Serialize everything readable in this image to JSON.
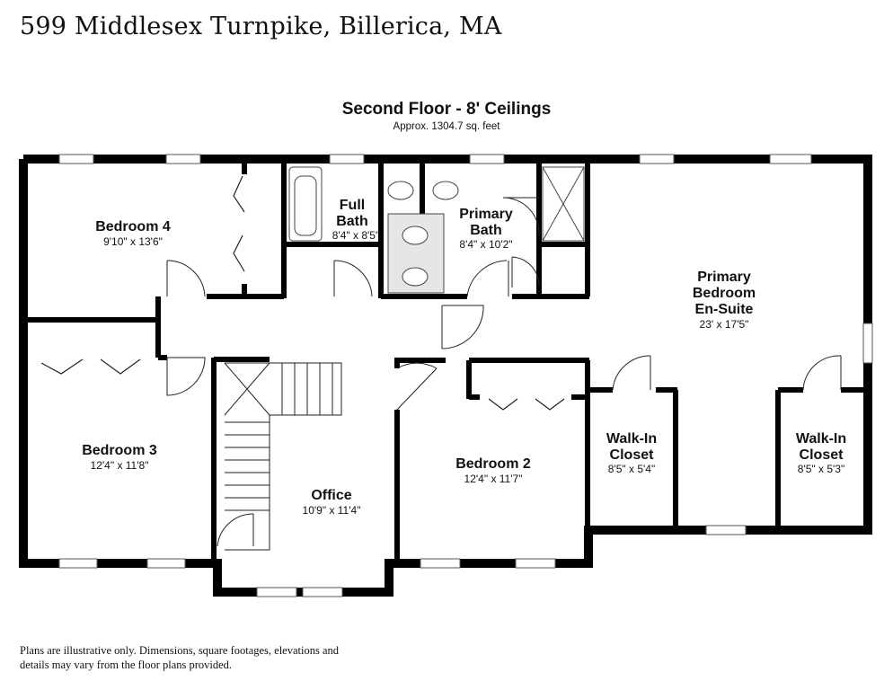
{
  "header": {
    "address": "599 Middlesex Turnpike, Billerica, MA",
    "floor_title": "Second Floor - 8' Ceilings",
    "floor_area": "Approx. 1304.7 sq. feet"
  },
  "rooms": {
    "bedroom4": {
      "name": "Bedroom 4",
      "dims": "9'10\" x 13'6\""
    },
    "full_bath": {
      "name_line1": "Full",
      "name_line2": "Bath",
      "dims": "8'4\" x 8'5\""
    },
    "primary_bath": {
      "name_line1": "Primary",
      "name_line2": "Bath",
      "dims": "8'4\" x 10'2\""
    },
    "primary_bedroom": {
      "name_line1": "Primary",
      "name_line2": "Bedroom",
      "name_line3": "En-Suite",
      "dims": "23' x 17'5\""
    },
    "bedroom3": {
      "name": "Bedroom 3",
      "dims": "12'4\" x 11'8\""
    },
    "office": {
      "name": "Office",
      "dims": "10'9\" x 11'4\""
    },
    "bedroom2": {
      "name": "Bedroom 2",
      "dims": "12'4\" x 11'7\""
    },
    "walkin1": {
      "name_line1": "Walk-In",
      "name_line2": "Closet",
      "dims": "8'5\" x 5'4\""
    },
    "walkin2": {
      "name_line1": "Walk-In",
      "name_line2": "Closet",
      "dims": "8'5\" x 5'3\""
    }
  },
  "footer": {
    "disclaimer": "Plans are illustrative only. Dimensions, square footages, elevations and details may vary from the floor plans provided."
  }
}
